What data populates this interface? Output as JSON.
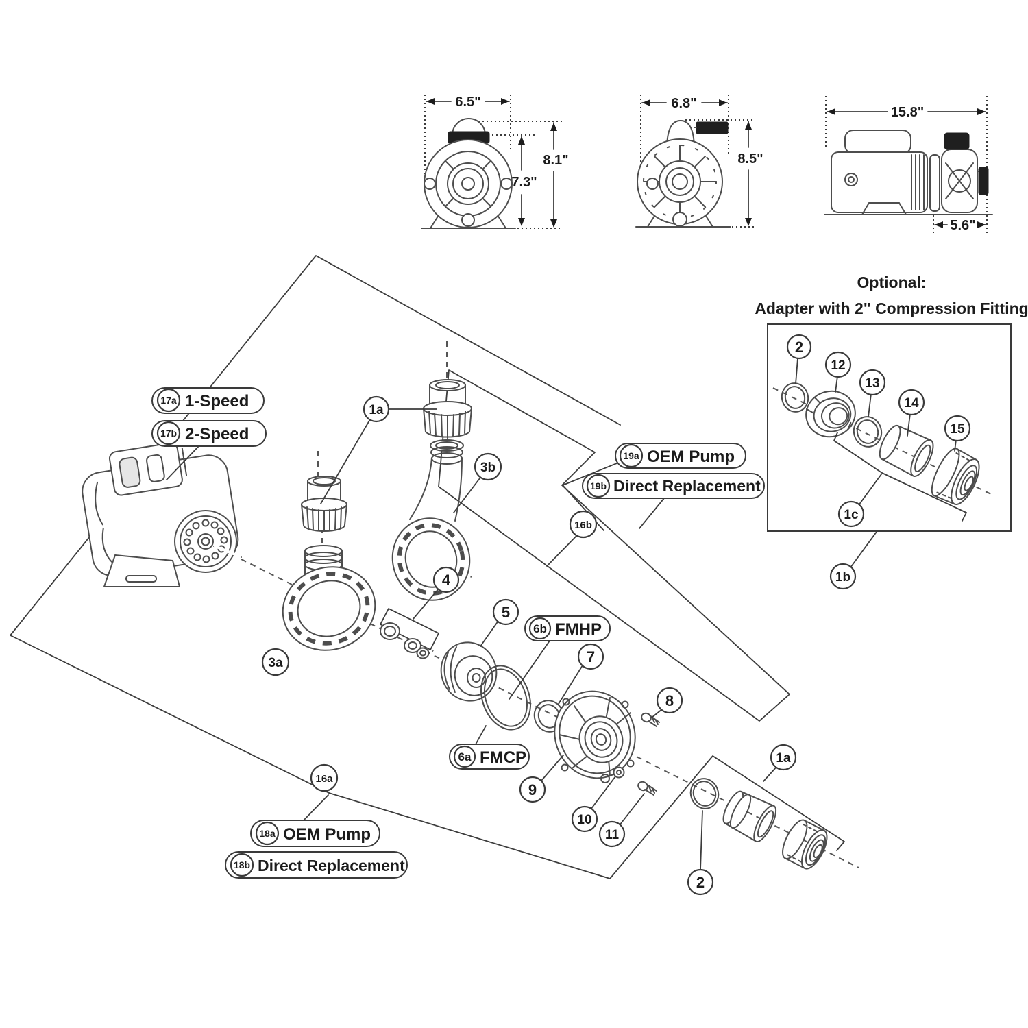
{
  "diagram": {
    "dims": {
      "v1_width": "6.5\"",
      "v1_face": "7.3\"",
      "v1_height": "8.1\"",
      "v2_width": "6.8\"",
      "v2_height": "8.5\"",
      "v3_length": "15.8\"",
      "v3_wetend": "5.6\""
    },
    "optional": {
      "title": "Optional:",
      "subtitle": "Adapter with 2\" Compression Fitting"
    },
    "colors": {
      "linework": "#4d4d4d",
      "label_ink": "#1c1c1c",
      "cap_black": "#1f1f1f"
    },
    "callouts": {
      "c17a": {
        "num": "17a",
        "label": "1-Speed"
      },
      "c17b": {
        "num": "17b",
        "label": "2-Speed"
      },
      "c18a": {
        "num": "18a",
        "label": "OEM Pump"
      },
      "c18b": {
        "num": "18b",
        "label": "Direct Replacement"
      },
      "c19a": {
        "num": "19a",
        "label": "OEM Pump"
      },
      "c19b": {
        "num": "19b",
        "label": "Direct Replacement"
      },
      "c6a": {
        "num": "6a",
        "label": "FMCP"
      },
      "c6b": {
        "num": "6b",
        "label": "FMHP"
      },
      "c1a_top": {
        "num": "1a"
      },
      "c1a_bot": {
        "num": "1a"
      },
      "c1b": {
        "num": "1b"
      },
      "c1c": {
        "num": "1c"
      },
      "c2_box": {
        "num": "2"
      },
      "c2_main": {
        "num": "2"
      },
      "c3a": {
        "num": "3a"
      },
      "c3b": {
        "num": "3b"
      },
      "c4": {
        "num": "4"
      },
      "c5": {
        "num": "5"
      },
      "c7": {
        "num": "7"
      },
      "c8": {
        "num": "8"
      },
      "c9": {
        "num": "9"
      },
      "c10": {
        "num": "10"
      },
      "c11": {
        "num": "11"
      },
      "c12": {
        "num": "12"
      },
      "c13": {
        "num": "13"
      },
      "c14": {
        "num": "14"
      },
      "c15": {
        "num": "15"
      },
      "c16a": {
        "num": "16a"
      },
      "c16b": {
        "num": "16b"
      }
    }
  }
}
